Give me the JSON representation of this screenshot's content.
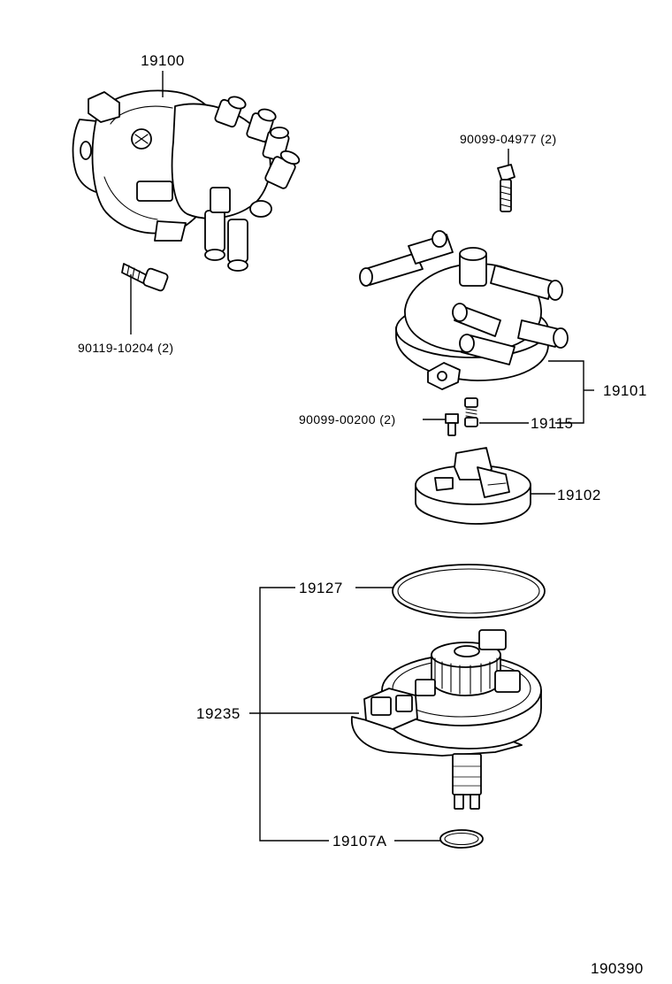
{
  "labels": {
    "distributor_assy": "19100",
    "bolt_left": "90119-10204 (2)",
    "screw_top": "90099-04977 (2)",
    "cap": "19101",
    "screw_small": "90099-00200 (2)",
    "spring": "19115",
    "rotor": "19102",
    "gasket": "19127",
    "housing": "19235",
    "oring": "19107A",
    "figure_number": "190390"
  }
}
